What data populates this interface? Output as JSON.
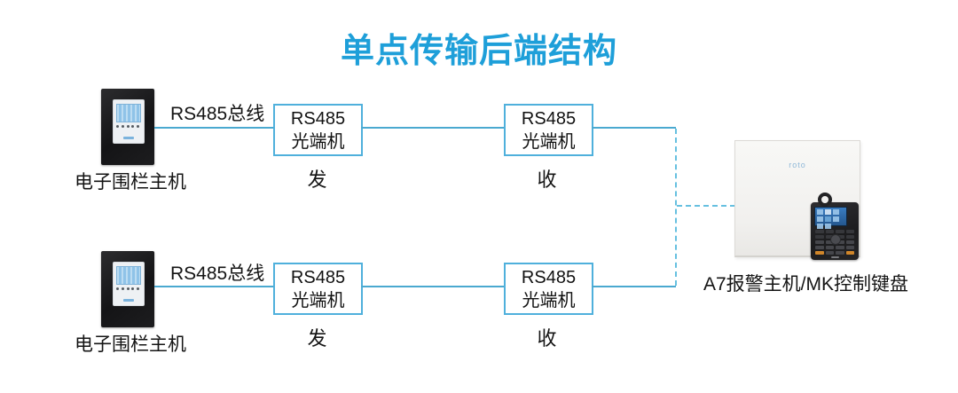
{
  "title": "单点传输后端结构",
  "colors": {
    "title_blue": "#1e9fd9",
    "line_blue": "#4aa9d0",
    "dashed_blue": "#66c0e0",
    "box_border": "#4fb0dc",
    "text_dark": "#141414"
  },
  "rows": [
    {
      "device_label": "电子围栏主机",
      "bus_label": "RS485总线",
      "tx": {
        "l1": "RS485",
        "l2": "光端机",
        "mode": "发"
      },
      "rx": {
        "l1": "RS485",
        "l2": "光端机",
        "mode": "收"
      }
    },
    {
      "device_label": "电子围栏主机",
      "bus_label": "RS485总线",
      "tx": {
        "l1": "RS485",
        "l2": "光端机",
        "mode": "发"
      },
      "rx": {
        "l1": "RS485",
        "l2": "光端机",
        "mode": "收"
      }
    }
  ],
  "alarm": {
    "logo": "roto",
    "label": "A7报警主机/MK控制键盘"
  }
}
